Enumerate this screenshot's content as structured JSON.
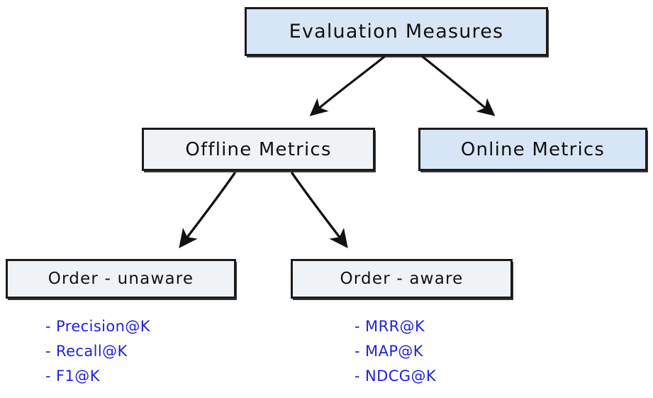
{
  "diagram": {
    "title": "Evaluation Measures",
    "colors": {
      "box_blue": "#d7e6f6",
      "box_grey": "#f0f3f6",
      "border": "#1b1b1b",
      "metric_text": "#2222dd"
    },
    "nodes": {
      "root": {
        "label": "Evaluation Measures",
        "fill": "blue"
      },
      "offline": {
        "label": "Offline Metrics",
        "fill": "grey"
      },
      "online": {
        "label": "Online Metrics",
        "fill": "blue"
      },
      "order_unaware": {
        "label": "Order - unaware",
        "fill": "grey"
      },
      "order_aware": {
        "label": "Order - aware",
        "fill": "grey"
      }
    },
    "metrics": {
      "order_unaware": [
        "- Precision@K",
        "- Recall@K",
        "- F1@K"
      ],
      "order_aware": [
        "- MRR@K",
        "- MAP@K",
        "- NDCG@K"
      ]
    },
    "edges": [
      {
        "from": "Evaluation Measures",
        "to": "Offline Metrics"
      },
      {
        "from": "Evaluation Measures",
        "to": "Online Metrics"
      },
      {
        "from": "Offline Metrics",
        "to": "Order - unaware"
      },
      {
        "from": "Offline Metrics",
        "to": "Order - aware"
      }
    ]
  }
}
